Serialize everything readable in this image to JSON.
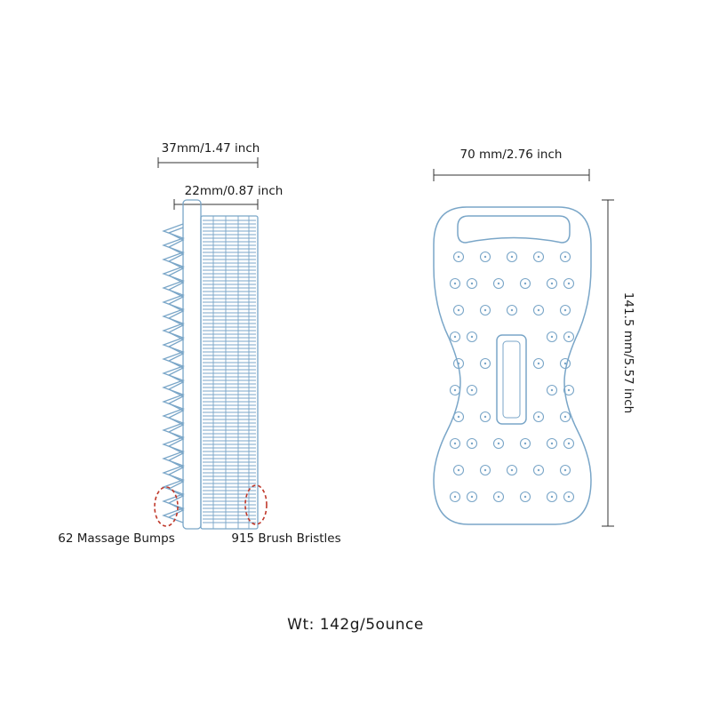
{
  "dimensions": {
    "side_total_width": "37mm/1.47 inch",
    "side_bristle_width": "22mm/0.87 inch",
    "front_width": "70 mm/2.76 inch",
    "front_height": "141.5 mm/5.57 inch"
  },
  "callouts": {
    "massage_bumps": "62 Massage Bumps",
    "brush_bristles": "915 Brush Bristles"
  },
  "weight": "Wt: 142g/5ounce",
  "colors": {
    "outline": "#7aa6c8",
    "dimension_line": "#333333",
    "highlight_circle": "#c0392b"
  }
}
